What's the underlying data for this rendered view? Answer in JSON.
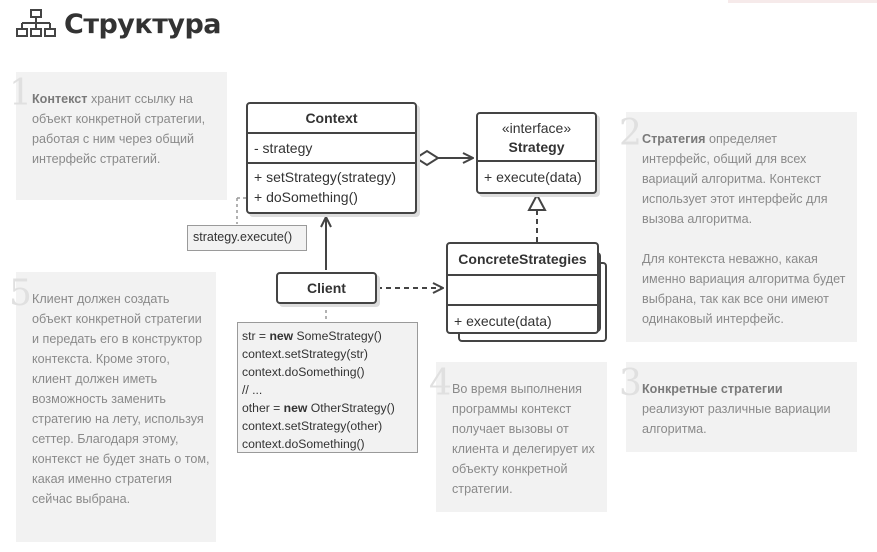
{
  "page": {
    "title": "Структура"
  },
  "notes": [
    {
      "num": "1",
      "lead": "Контекст",
      "rest": " хранит ссылку на объект конкретной стратегии, работая с ним через общий интерфейс стратегий."
    },
    {
      "num": "2",
      "lead": "Стратегия",
      "rest": " определяет интерфейс, общий для всех вариаций алгоритма. Контекст использует этот интерфейс для вызова алгоритма.",
      "extra": "Для контекста неважно, какая именно вариация алгоритма будет выбрана, так как все они имеют одинаковый интерфейс."
    },
    {
      "num": "3",
      "lead": "Конкретные стратегии",
      "rest": " реализуют различные вариации алгоритма."
    },
    {
      "num": "4",
      "text": "Во время выполнения программы контекст получает вызовы от клиента и делегирует их объекту конкретной стратегии."
    },
    {
      "num": "5",
      "text": "Клиент должен создать объект конкретной стратегии и передать его в конструктор контекста. Кроме этого, клиент должен иметь возможность заменить стратегию на лету, используя сеттер. Благодаря этому, контекст не будет знать о том, какая именно стратегия сейчас выбрана."
    }
  ],
  "uml": {
    "context": {
      "name": "Context",
      "field": "- strategy",
      "methods": [
        "+ setStrategy(strategy)",
        "+ doSomething()"
      ]
    },
    "strategy": {
      "stereotype": "«interface»",
      "name": "Strategy",
      "methods": [
        "+ execute(data)"
      ]
    },
    "concrete": {
      "name": "ConcreteStrategies",
      "methods": [
        "+ execute(data)"
      ]
    },
    "client": {
      "name": "Client"
    }
  },
  "callout": "strategy.execute()",
  "code": {
    "lines": [
      {
        "pre": "str = ",
        "kw": "new",
        "post": " SomeStrategy()"
      },
      {
        "pre": "context.setStrategy(str)",
        "kw": "",
        "post": ""
      },
      {
        "pre": "context.doSomething()",
        "kw": "",
        "post": ""
      },
      {
        "pre": "// ...",
        "kw": "",
        "post": ""
      },
      {
        "pre": "other = ",
        "kw": "new",
        "post": " OtherStrategy()"
      },
      {
        "pre": "context.setStrategy(other)",
        "kw": "",
        "post": ""
      },
      {
        "pre": "context.doSomething()",
        "kw": "",
        "post": ""
      }
    ]
  },
  "colors": {
    "line": "#444444",
    "note_bg": "#f2f2f2",
    "note_text": "#8a8a8a",
    "number": "#e0e0e0"
  }
}
